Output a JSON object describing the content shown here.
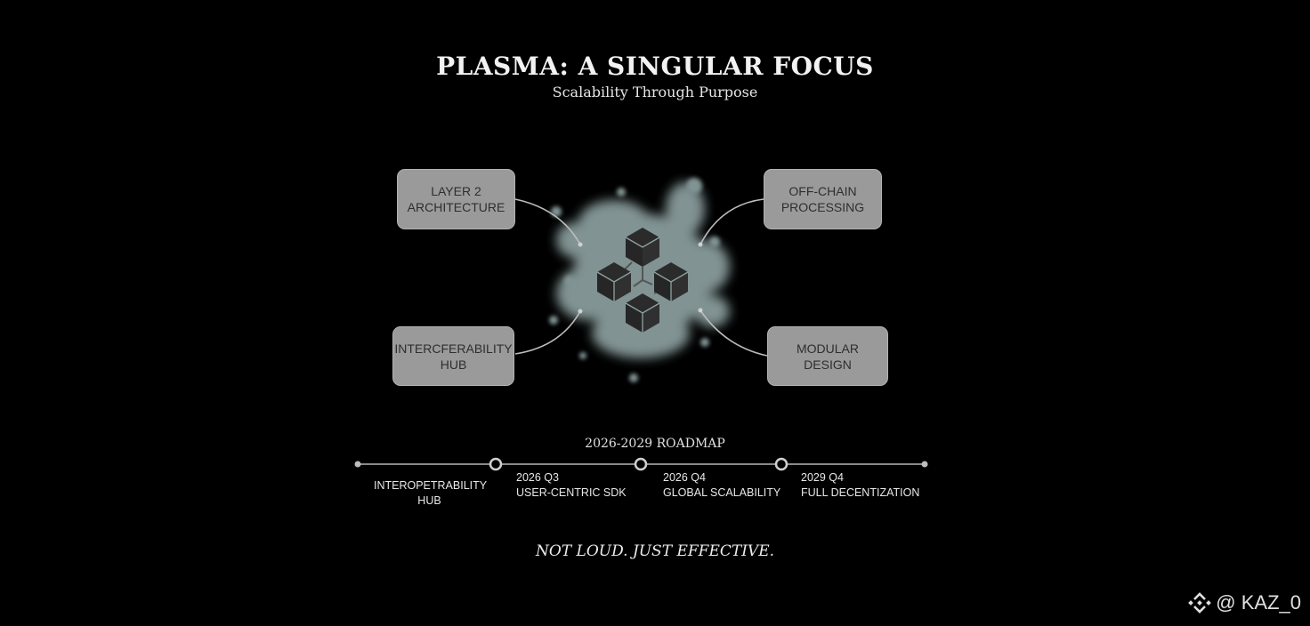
{
  "header": {
    "title": "PLASMA: A SINGULAR FOCUS",
    "subtitle": "Scalability Through Purpose"
  },
  "diagram": {
    "center_icon": "blockchain-cubes-icon",
    "nodes": [
      {
        "line1": "LAYER 2",
        "line2": "ARCHITECTURE"
      },
      {
        "line1": "OFF-CHAIN",
        "line2": "PROCESSING"
      },
      {
        "line1": "INTERCFERABILITY",
        "line2": "HUB"
      },
      {
        "line1": "MODULAR",
        "line2": "DESIGN"
      }
    ]
  },
  "roadmap": {
    "title": "2026-2029 ROADMAP",
    "milestones": [
      {
        "line1": "INTEROPETRABILITY",
        "line2": "HUB"
      },
      {
        "line1": "2026 Q3",
        "line2": "USER-CENTRIC SDK"
      },
      {
        "line1": "2026 Q4",
        "line2": "GLOBAL SCALABILITY"
      },
      {
        "line1": "2029 Q4",
        "line2": "FULL DECENTIZATION"
      }
    ]
  },
  "tagline": "NOT LOUD. JUST EFFECTIVE.",
  "watermark": {
    "icon": "binance-logo-icon",
    "handle": "@ KAZ_0"
  },
  "colors": {
    "background": "#000000",
    "box_fill": "#9a9a9a",
    "box_text": "#2e2e2e",
    "splash": "#8fa3a3",
    "cube": "#2b2b2b"
  }
}
